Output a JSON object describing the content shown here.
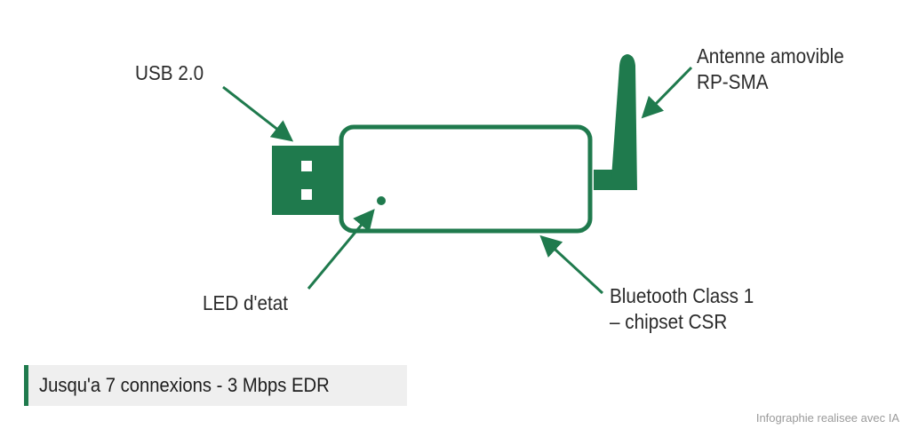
{
  "colors": {
    "accent": "#1f7a4d",
    "text": "#2b2b2b",
    "banner_bg": "#efefef",
    "credit": "#9a9a9a"
  },
  "labels": {
    "usb": "USB 2.0",
    "antenna": [
      "Antenne amovible",
      "RP-SMA"
    ],
    "led": "LED d'etat",
    "bluetooth": [
      "Bluetooth Class 1",
      "– chipset CSR"
    ]
  },
  "footer": {
    "banner": "Jusqu'a 7 connexions - 3 Mbps EDR",
    "credit": "Infographie realisee avec IA"
  }
}
